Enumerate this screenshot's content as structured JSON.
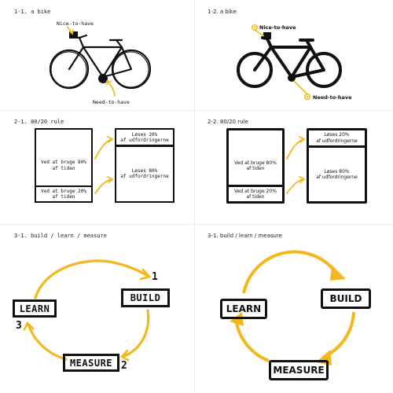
{
  "panels": {
    "bike_sketch": {
      "title": "1-1. a bike",
      "nice": "Nice-to-have",
      "need": "Need-to-have"
    },
    "bike_clean": {
      "title": "1-2. a bike",
      "nice": "Nice-to-have",
      "need": "Need-to-have"
    },
    "rule_sketch": {
      "title": "2-1. 80/20 rule",
      "left_top": "Ved at bruge 80%\naf tiden",
      "left_bottom": "Ved at bruge 20%\naf tiden",
      "right_top": "Løses 20%\naf udfordringerne",
      "right_bottom": "Løses 80%\naf udfordringerne"
    },
    "rule_clean": {
      "title": "2-2. 80/20 rule",
      "left_top": "Ved at bruge 80%\naf tiden",
      "left_bottom": "Ved at bruge 20%\naf tiden",
      "right_top": "Løses 20%\naf udfordringerne",
      "right_bottom": "Løses 80%\naf udfordringerne"
    },
    "blm_sketch": {
      "title": "3-1. build / learn / measure",
      "build": "BUILD",
      "learn": "LEARN",
      "measure": "MEASURE",
      "n1": "1",
      "n2": "2",
      "n3": "3"
    },
    "blm_clean": {
      "title": "3-1. build / learn / measure",
      "build": "BUILD",
      "learn": "LEARN",
      "measure": "MEASURE"
    }
  },
  "colors": {
    "accent": "#f5b81c",
    "ink": "#111111",
    "divider": "#ececec"
  }
}
